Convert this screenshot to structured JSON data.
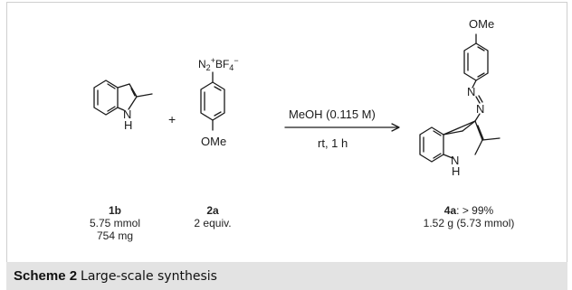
{
  "scheme": {
    "caption_number": "Scheme 2",
    "caption_title": "Large-scale synthesis"
  },
  "reagents": {
    "plus": "+",
    "diazonium_counterion": "N2+BF4−",
    "ome_top": "OMe",
    "ome_reagent": "OMe",
    "nh_reactant": "H",
    "nh_product": "H",
    "azo_n1": "N",
    "azo_n2": "N",
    "n_reactant": "N",
    "n_product": "N"
  },
  "conditions": {
    "above_arrow": "MeOH  (0.115 M)",
    "below_arrow": "rt, 1 h"
  },
  "compounds": [
    {
      "id": "1b",
      "line1": "5.75 mmol",
      "line2": "754 mg"
    },
    {
      "id": "2a",
      "line1": "2 equiv.",
      "line2": ""
    },
    {
      "id": "4a",
      "id_suffix": ": > 99%",
      "line1": "1.52 g (5.73 mmol)",
      "line2": ""
    }
  ],
  "colors": {
    "caption_bg": "#e3e3e3",
    "border": "#cfcfcf",
    "ink": "#1a1a1a"
  }
}
